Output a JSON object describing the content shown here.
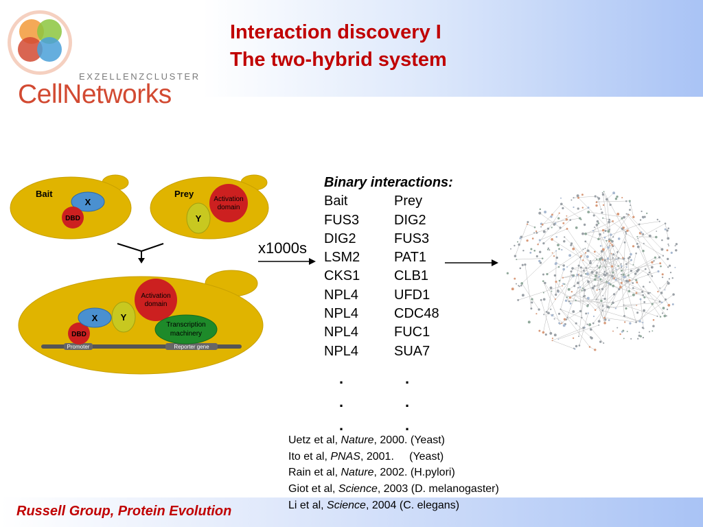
{
  "header": {
    "title_line1": "Interaction discovery I",
    "title_line2": "The two-hybrid system"
  },
  "logo": {
    "subtitle": "EXZELLENZCLUSTER",
    "name": "CellNetworks"
  },
  "diagram": {
    "bait_cell_label": "Bait",
    "prey_cell_label": "Prey",
    "x_label": "X",
    "dbd_label": "DBD",
    "y_label": "Y",
    "activation_domain": "Activation domain",
    "transcription_machinery": "Transcription machinery",
    "promoter": "Promoter",
    "reporter_gene": "Reporter gene",
    "multiplier": "x1000s"
  },
  "binary_interactions": {
    "heading": "Binary interactions:",
    "columns": [
      "Bait",
      "Prey"
    ],
    "rows": [
      [
        "FUS3",
        "DIG2"
      ],
      [
        "DIG2",
        "FUS3"
      ],
      [
        "LSM2",
        "PAT1"
      ],
      [
        "CKS1",
        "CLB1"
      ],
      [
        "NPL4",
        "UFD1"
      ],
      [
        "NPL4",
        "CDC48"
      ],
      [
        "NPL4",
        "FUC1"
      ],
      [
        "NPL4",
        "SUA7"
      ]
    ],
    "ellipsis": "."
  },
  "references": [
    {
      "authors": "Uetz et al, ",
      "journal": "Nature",
      "rest": ", 2000. (Yeast)"
    },
    {
      "authors": "Ito et al, ",
      "journal": "PNAS",
      "rest": ", 2001.     (Yeast)"
    },
    {
      "authors": "Rain et al, ",
      "journal": "Nature",
      "rest": ", 2002. (H.pylori)"
    },
    {
      "authors": "Giot et al, ",
      "journal": "Science",
      "rest": ", 2003 (D. melanogaster)"
    },
    {
      "authors": "Li et al, ",
      "journal": "Science",
      "rest": ", 2004 (C. elegans)"
    }
  ],
  "footer": {
    "text": "Russell Group, Protein Evolution"
  },
  "colors": {
    "title_red": "#c00000",
    "cell_yellow": "#e0b400",
    "x_blue": "#4a90d0",
    "dbd_red": "#cc2020",
    "y_yellowgreen": "#c8c820",
    "machinery_green": "#1e8a2a"
  }
}
